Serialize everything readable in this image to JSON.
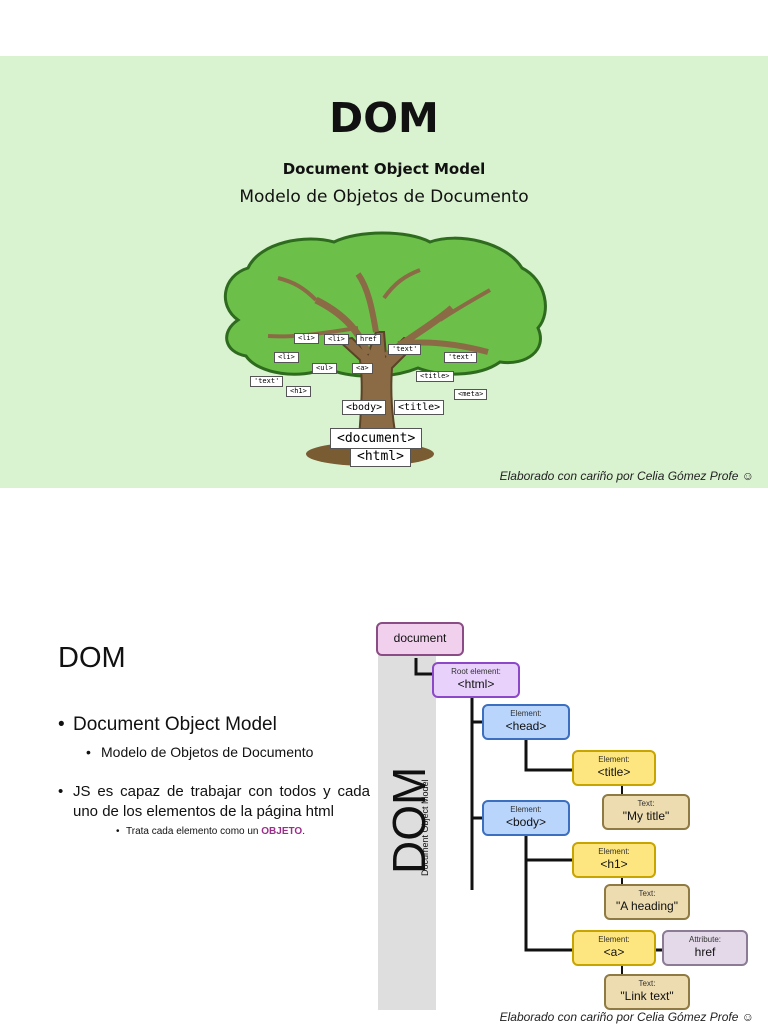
{
  "slide1": {
    "title": "DOM",
    "subtitle": "Document Object Model",
    "subtitle_es": "Modelo de Objetos de Documento",
    "tree_labels": {
      "li1": "<li>",
      "li2": "<li>",
      "li3": "<li>",
      "href": "href",
      "text1": "'text'",
      "text2": "'text'",
      "text3": "'text'",
      "ul": "<ul>",
      "a": "<a>",
      "title1": "<title>",
      "h1": "<h1>",
      "meta": "<meta>",
      "body": "<body>",
      "title2": "<title>",
      "html": "<html>",
      "document": "<document>"
    },
    "credit": "Elaborado con cariño por Celia Gómez Profe ☺"
  },
  "slide2": {
    "title": "DOM",
    "bullet1": "Document Object Model",
    "bullet1_sub": "Modelo de Objetos de Documento",
    "bullet2": "JS es capaz de trabajar con todos y cada uno de los elementos de la página html",
    "bullet2_sub_prefix": "Trata cada elemento como un ",
    "bullet2_sub_highlight": "OBJETO",
    "bullet2_sub_suffix": ".",
    "diagram": {
      "band_title": "DOM",
      "band_subtitle": "Document Object Model",
      "document": "document",
      "root_kind": "Root element:",
      "root_value": "<html>",
      "element_kind": "Element:",
      "head": "<head>",
      "title": "<title>",
      "text_kind": "Text:",
      "my_title": "\"My title\"",
      "body": "<body>",
      "h1": "<h1>",
      "a_heading": "\"A heading\"",
      "a": "<a>",
      "attr_kind": "Attribute:",
      "href": "href",
      "link_text": "\"Link text\""
    },
    "credit": "Elaborado con cariño por Celia Gómez Profe ☺"
  }
}
